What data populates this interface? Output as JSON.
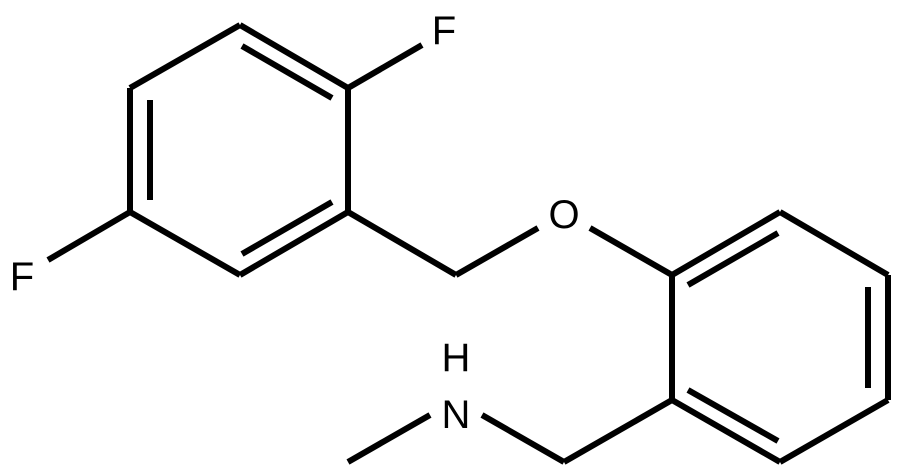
{
  "molecule": {
    "atoms": {
      "f_top": "F",
      "f_left": "F",
      "oxygen": "O",
      "nh_h": "H",
      "nh_n": "N"
    }
  }
}
